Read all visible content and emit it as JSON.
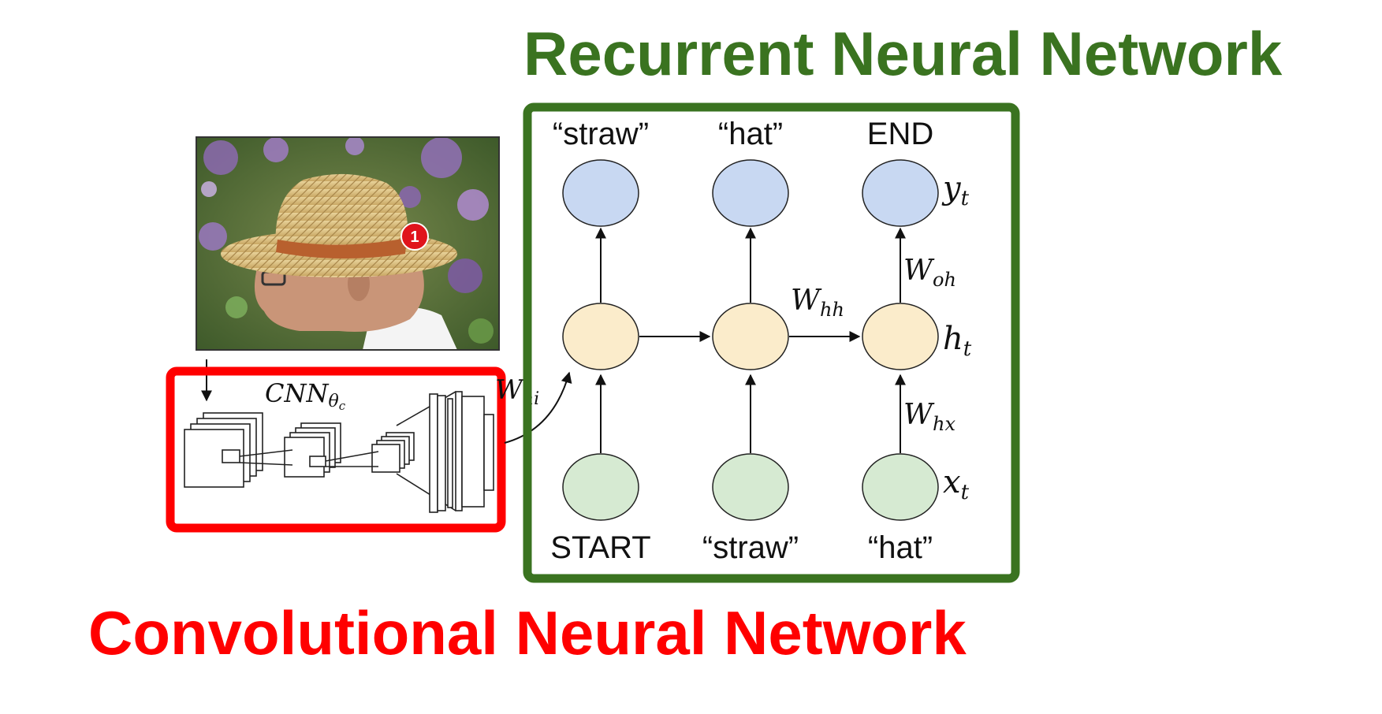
{
  "titles": {
    "rnn": "Recurrent Neural Network",
    "cnn": "Convolutional Neural Network"
  },
  "colors": {
    "rnn": "#3a7320",
    "cnn": "#ff0000",
    "output_node": "#c8d8f2",
    "hidden_node": "#fbeccb",
    "input_node": "#d6ead2"
  },
  "rnn": {
    "outputs": [
      "“straw”",
      "“hat”",
      "END"
    ],
    "inputs": [
      "START",
      "“straw”",
      "“hat”"
    ],
    "labels": {
      "y": "y",
      "y_sub": "t",
      "h": "h",
      "h_sub": "t",
      "x": "x",
      "x_sub": "t",
      "w_oh": "W",
      "w_oh_sub": "oh",
      "w_hh": "W",
      "w_hh_sub": "hh",
      "w_hx": "W",
      "w_hx_sub": "hx",
      "w_hi": "W",
      "w_hi_sub": "hi"
    }
  },
  "cnn": {
    "label": "CNN",
    "label_sub": "θ",
    "label_subsub": "c"
  },
  "image": {
    "badge": "1",
    "subject": "man-in-straw-hat-photo"
  }
}
